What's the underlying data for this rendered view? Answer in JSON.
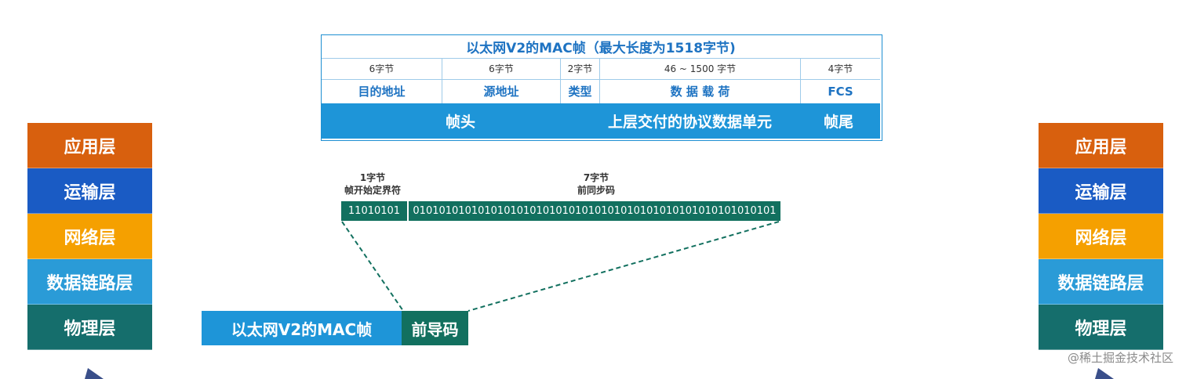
{
  "left_stack": {
    "layers": [
      "应用层",
      "运输层",
      "网络层",
      "数据链路层",
      "物理层"
    ]
  },
  "right_stack": {
    "layers": [
      "应用层",
      "运输层",
      "网络层",
      "数据链路层",
      "物理层"
    ]
  },
  "mac_frame": {
    "title": "以太网V2的MAC帧（最大长度为1518字节)",
    "sizes": [
      "6字节",
      "6字节",
      "2字节",
      "46 ~ 1500 字节",
      "4字节"
    ],
    "fields": [
      "目的地址",
      "源地址",
      "类型",
      "数 据 载 荷",
      "FCS"
    ],
    "sections": [
      "帧头",
      "上层交付的协议数据单元",
      "帧尾"
    ]
  },
  "preamble": {
    "sfd_size": "1字节",
    "sfd_name": "帧开始定界符",
    "sync_size": "7字节",
    "sync_name": "前同步码",
    "sfd_bits": "11010101",
    "sync_bits": "01010101010101010101010101010101010101010101010101010101"
  },
  "bottom": {
    "mac_label": "以太网V2的MAC帧",
    "preamble_label": "前导码"
  },
  "watermark": "@稀土掘金技术社区",
  "colors": {
    "app": "#d8600e",
    "transport": "#1a5bc4",
    "network": "#f5a000",
    "datalink": "#2a9bd7",
    "physical": "#156e6c",
    "frame_blue": "#1e95d8",
    "preamble_green": "#12705f"
  }
}
